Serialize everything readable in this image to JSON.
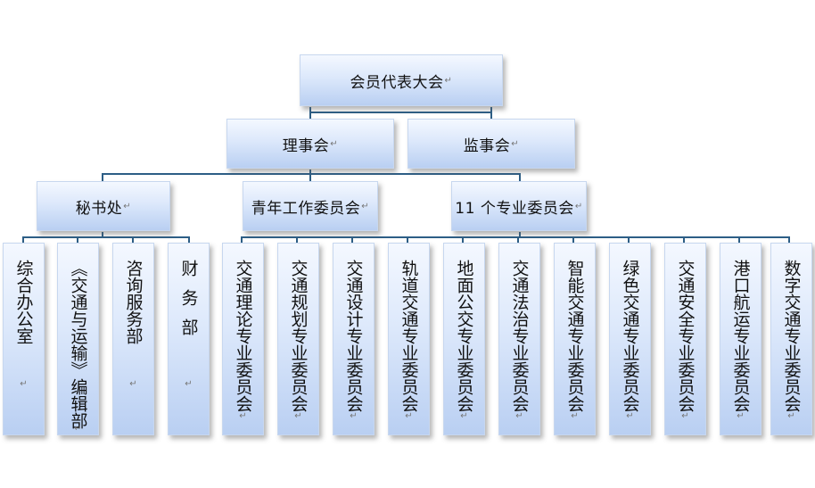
{
  "top": {
    "label": "会员代表大会"
  },
  "level2": [
    {
      "id": "council",
      "label": "理事会"
    },
    {
      "id": "supervisors",
      "label": "监事会"
    }
  ],
  "level3": [
    {
      "id": "secretariat",
      "label": "秘书处"
    },
    {
      "id": "youth",
      "label": "青年工作委员会"
    },
    {
      "id": "committees",
      "label": "11 个专业委员会"
    }
  ],
  "secretariat_units": [
    {
      "label": "综合办公室"
    },
    {
      "label": "《交通与运输》编辑部"
    },
    {
      "label": "咨询服务部"
    },
    {
      "label": "财务部"
    }
  ],
  "committees": [
    {
      "label": "交通理论专业委员会"
    },
    {
      "label": "交通规划专业委员会"
    },
    {
      "label": "交通设计专业委员会"
    },
    {
      "label": "轨道交通专业委员会"
    },
    {
      "label": "地面公交专业委员会"
    },
    {
      "label": "交通法治专业委员会"
    },
    {
      "label": "智能交通专业委员会"
    },
    {
      "label": "绿色交通专业委员会"
    },
    {
      "label": "交通安全专业委员会"
    },
    {
      "label": "港口航运专业委员会"
    },
    {
      "label": "数字交通专业委员会"
    }
  ],
  "colors": {
    "connector": "#2d5e86",
    "box_top": "#f4f8ff",
    "box_bottom": "#b9cff2"
  }
}
